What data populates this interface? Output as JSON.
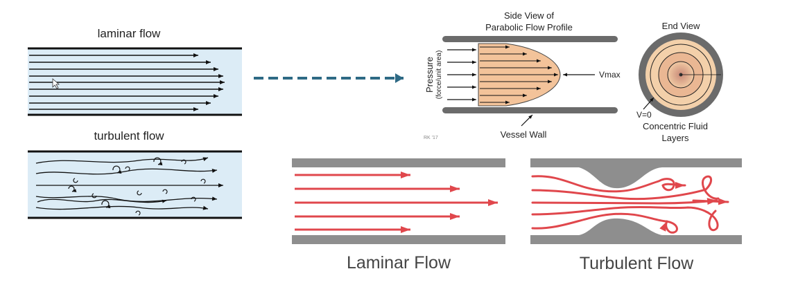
{
  "left_panel": {
    "laminar_title": "laminar flow",
    "turbulent_title": "turbulent flow"
  },
  "profile_diagram": {
    "title_line1": "Side View of",
    "title_line2": "Parabolic Flow Profile",
    "pressure_label": "Pressure",
    "pressure_sub": "(force/unit area)",
    "vmax_label": "Vmax",
    "vessel_wall_label": "Vessel Wall",
    "credit": "RK '17"
  },
  "end_view": {
    "title": "End View",
    "v0_label": "V=0",
    "layers_line1": "Concentric Fluid",
    "layers_line2": "Layers"
  },
  "bottom_panels": {
    "laminar_caption": "Laminar Flow",
    "turbulent_caption": "Turbulent Flow"
  },
  "colors": {
    "left_fluid": "#dcecf6",
    "profile_fill": "#f3c39a",
    "end_view_outer": "#6b6b6b",
    "end_view_center": "#d99a84",
    "wall_gray": "#8e8e8e",
    "red_flow": "#e0474c",
    "dashed_arrow": "#2e6a85"
  }
}
